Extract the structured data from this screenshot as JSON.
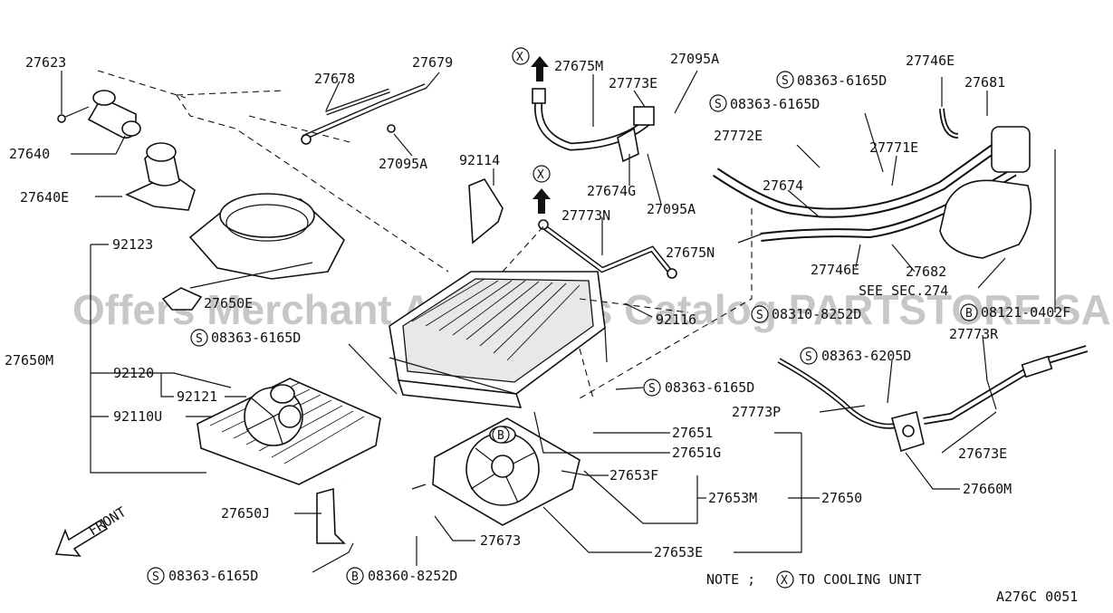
{
  "watermark": "Offers Merchant Auto Parts Catalog PARTSTORE.SA",
  "labels": {
    "p27623": "27623",
    "p27640": "27640",
    "p27640E": "27640E",
    "p27678": "27678",
    "p27679": "27679",
    "p27095A_a": "27095A",
    "p92114": "92114",
    "p27675M": "27675M",
    "p27095A_b": "27095A",
    "p27773E": "27773E",
    "p27674G": "27674G",
    "p27095A_c": "27095A",
    "p27773N": "27773N",
    "p27746E_a": "27746E",
    "s08363_6165D_a": "08363-6165D",
    "s08363_6165D_b": "08363-6165D",
    "p27681": "27681",
    "p27772E": "27772E",
    "p27771E": "27771E",
    "p27674": "27674",
    "p27675N": "27675N",
    "p27746E_b": "27746E",
    "p27682": "27682",
    "see_sec": "SEE SEC.274",
    "b08121_0402F": "08121-0402F",
    "p92123": "92123",
    "p27650E": "27650E",
    "p92116": "92116",
    "s08310_8252D": "08310-8252D",
    "s08363_6165D_c": "08363-6165D",
    "p27650M": "27650M",
    "p92120": "92120",
    "p92121": "92121",
    "p92110U": "92110U",
    "s08363_6205D": "08363-6205D",
    "p27773R": "27773R",
    "s08363_6165D_d": "08363-6165D",
    "p27773P": "27773P",
    "p27651": "27651",
    "p27651G": "27651G",
    "p27673E": "27673E",
    "p27653F": "27653F",
    "p27653M": "27653M",
    "p27650": "27650",
    "p27660M": "27660M",
    "p27650J": "27650J",
    "p27673": "27673",
    "p27653E": "27653E",
    "s08363_6165D_e": "08363-6165D",
    "b08360_8252D": "08360-8252D"
  },
  "markers": {
    "s": "S",
    "b": "B",
    "x": "X"
  },
  "front_label": "FRONT",
  "note": {
    "prefix": "NOTE ;",
    "text": "TO COOLING UNIT"
  },
  "drawing_code": "A276C 0051"
}
